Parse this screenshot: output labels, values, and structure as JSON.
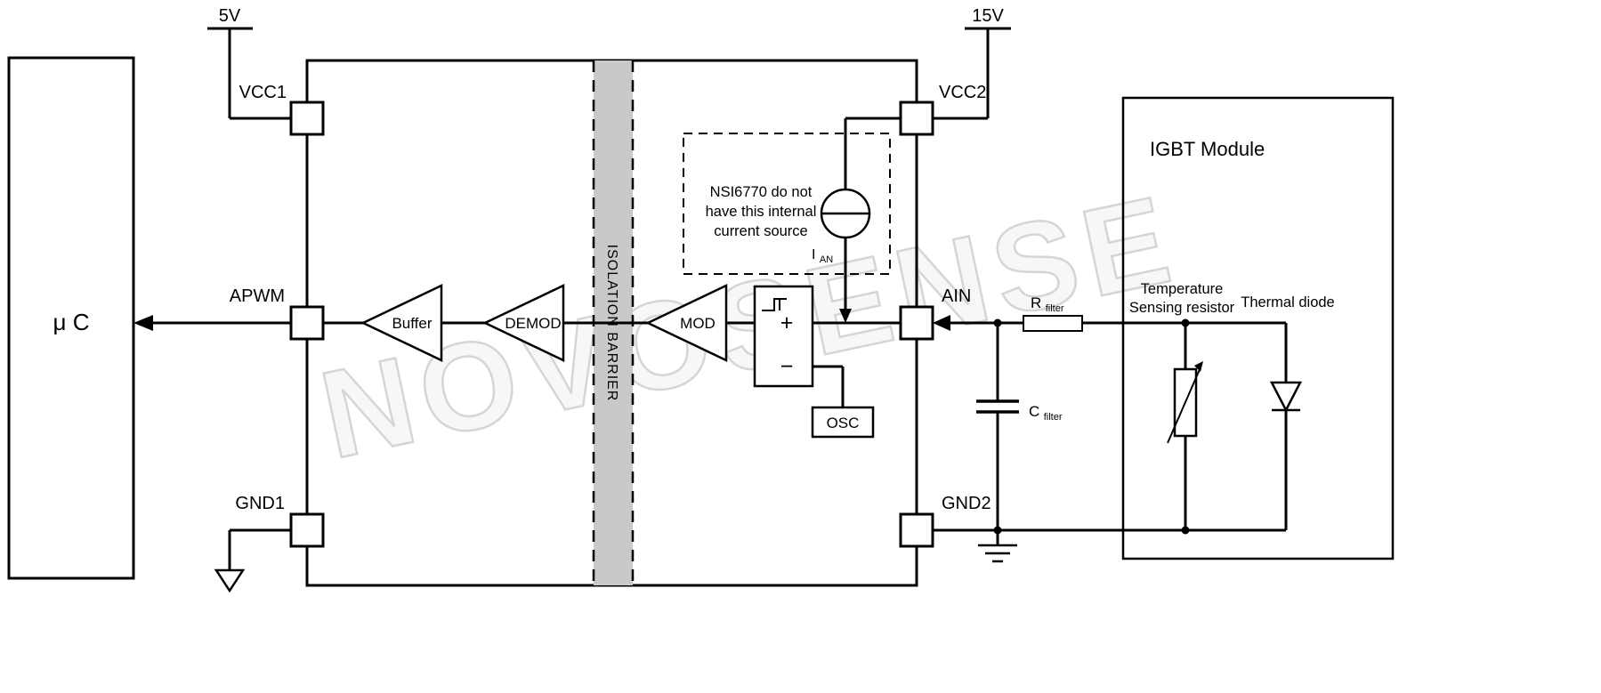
{
  "diagram": {
    "watermark": "NOVOSENSE",
    "supplies": {
      "v5": "5V",
      "v15": "15V"
    },
    "mcu": {
      "label": "μ C"
    },
    "pins": {
      "vcc1": "VCC1",
      "apwm": "APWM",
      "gnd1": "GND1",
      "vcc2": "VCC2",
      "ain": "AIN",
      "gnd2": "GND2"
    },
    "blocks": {
      "buffer": "Buffer",
      "demod": "DEMOD",
      "mod": "MOD",
      "osc": "OSC",
      "isolation_barrier": "ISOLATION BARRIER"
    },
    "comparator": {
      "plus": "+",
      "minus": "−"
    },
    "note": {
      "line1": "NSI6770 do not",
      "line2": "have this internal",
      "line3": "current source"
    },
    "current_source": {
      "symbol": "I",
      "subscript": "AN"
    },
    "rfilter": {
      "symbol": "R",
      "subscript": "filter"
    },
    "cfilter": {
      "symbol": "C",
      "subscript": "filter"
    },
    "igbt": {
      "title": "IGBT Module",
      "thermistor_line1": "Temperature",
      "thermistor_line2": "Sensing resistor",
      "diode_label": "Thermal diode"
    }
  }
}
